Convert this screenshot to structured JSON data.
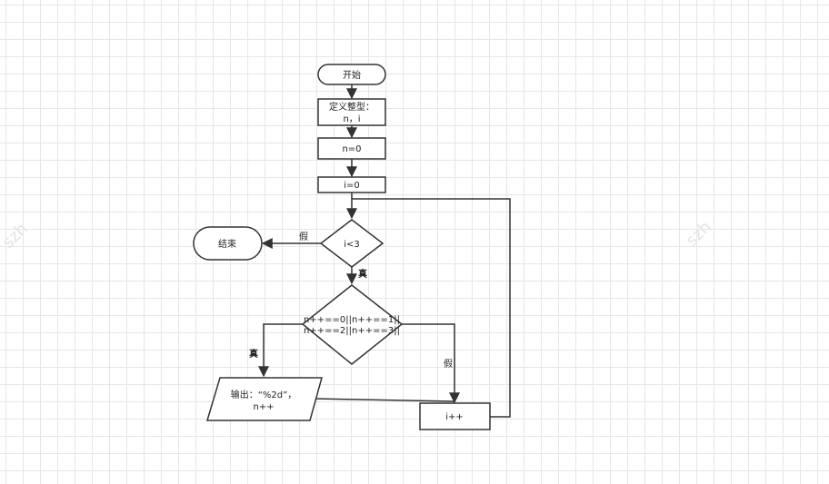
{
  "diagram": {
    "watermark": "szh",
    "nodes": {
      "start": "开始",
      "define_line1": "定义整型：",
      "define_line2": "n，i",
      "init_n": "n=0",
      "init_i": "i=0",
      "cond_i": "i<3",
      "end": "结束",
      "cond_n_line1": "n++==0||n++==1||",
      "cond_n_line2": "n++==2||n++==3||",
      "output_line1": "输出：“%2d”，",
      "output_line2": "n++",
      "incr_i": "i++"
    },
    "edge_labels": {
      "cond_i_false": "假",
      "cond_i_true": "真",
      "cond_n_true": "真",
      "cond_n_false": "假"
    }
  }
}
